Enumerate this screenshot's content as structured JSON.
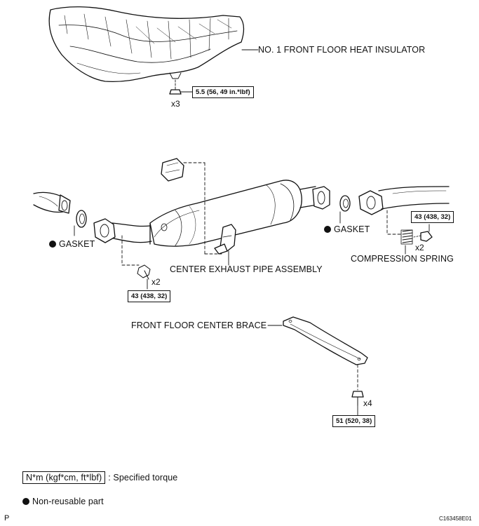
{
  "labels": {
    "heat_insulator": "NO. 1 FRONT FLOOR HEAT INSULATOR",
    "gasket_left": "GASKET",
    "gasket_right": "GASKET",
    "center_pipe": "CENTER EXHAUST PIPE ASSEMBLY",
    "compression_spring": "COMPRESSION SPRING",
    "floor_brace": "FRONT FLOOR CENTER BRACE"
  },
  "torques": {
    "insulator_nut": "5.5 (56, 49 in.*lbf)",
    "pipe_left_bolt": "43 (438, 32)",
    "pipe_right_bolt": "43 (438, 32)",
    "brace_bolt": "51 (520, 38)"
  },
  "quantities": {
    "insulator_nut": "x3",
    "pipe_left_bolt": "x2",
    "pipe_right_bolt": "x2",
    "brace_bolt": "x4"
  },
  "legend": {
    "torque_unit": "N*m (kgf*cm, ft*lbf)",
    "torque_text": ": Specified torque",
    "nonreusable_text": "Non-reusable part"
  },
  "footer": {
    "corner_letter": "P",
    "figure_code": "C163458E01"
  },
  "icons": {
    "nonreusable": "filled-circle-icon"
  }
}
